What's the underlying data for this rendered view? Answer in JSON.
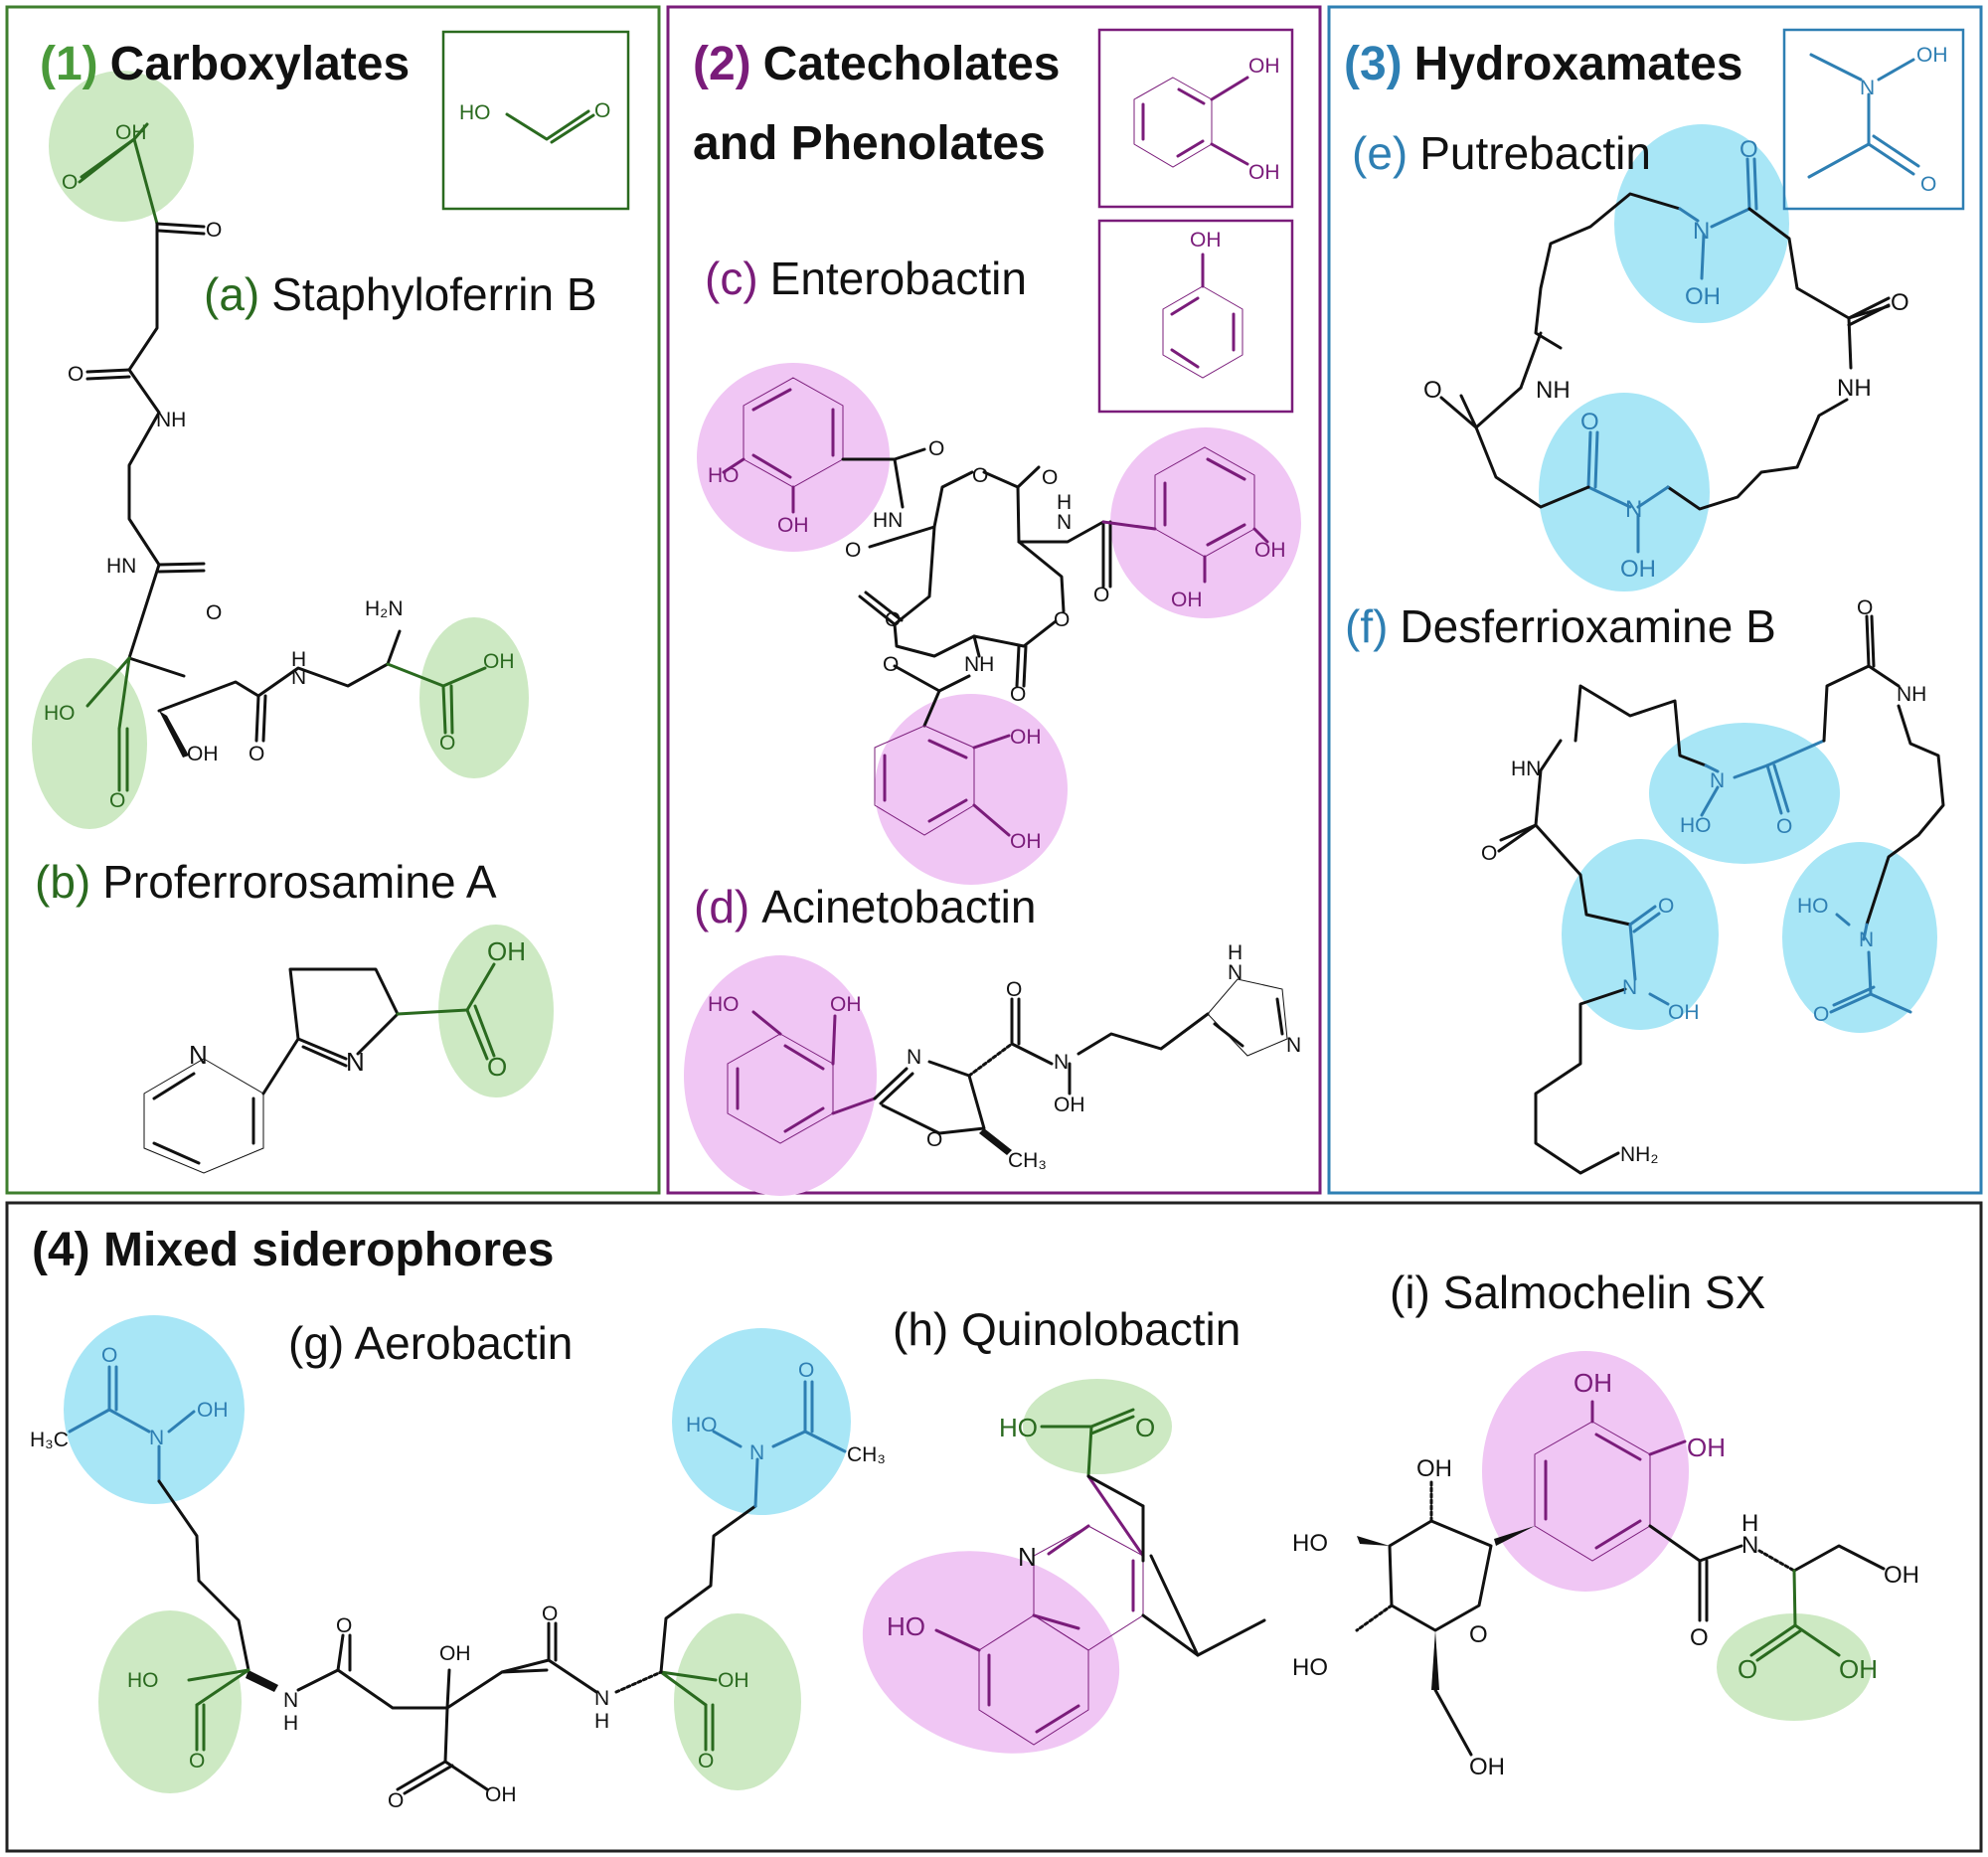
{
  "colors": {
    "carboxylate_green": "#4a9a3a",
    "carboxylate_dark": "#2a6a1f",
    "catechol_purple": "#7a1c7a",
    "hydroxamate_blue": "#2e7fb3",
    "green_highlight": "#cde9c3",
    "pink_highlight": "#f0c6f4",
    "blue_highlight": "#a8e6f6",
    "mixed_border": "#222222"
  },
  "panels": {
    "p1": {
      "num": "(1)",
      "title": "Carboxylates"
    },
    "p2": {
      "num": "(2)",
      "title_line1": "Catecholates",
      "title_line2": "and Phenolates"
    },
    "p3": {
      "num": "(3)",
      "title": "Hydroxamates"
    },
    "p4": {
      "title": "(4) Mixed siderophores"
    }
  },
  "compounds": {
    "a": {
      "letter": "(a)",
      "name": "Staphyloferrin B"
    },
    "b": {
      "letter": "(b)",
      "name": "Proferrorosamine A"
    },
    "c": {
      "letter": "(c)",
      "name": "Enterobactin"
    },
    "d": {
      "letter": "(d)",
      "name": "Acinetobactin"
    },
    "e": {
      "letter": "(e)",
      "name": "Putrebactin"
    },
    "f": {
      "letter": "(f)",
      "name": "Desferrioxamine B"
    },
    "g": {
      "label": "(g) Aerobactin"
    },
    "h": {
      "label": "(h) Quinolobactin"
    },
    "i": {
      "label": "(i) Salmochelin SX"
    }
  },
  "atoms": {
    "OH": "OH",
    "HO": "HO",
    "O": "O",
    "NH": "NH",
    "HN": "HN",
    "N": "N",
    "H": "H",
    "H2N": "H₂N",
    "NH2": "NH₂",
    "CH3": "CH₃",
    "H3C": "H₃C"
  }
}
